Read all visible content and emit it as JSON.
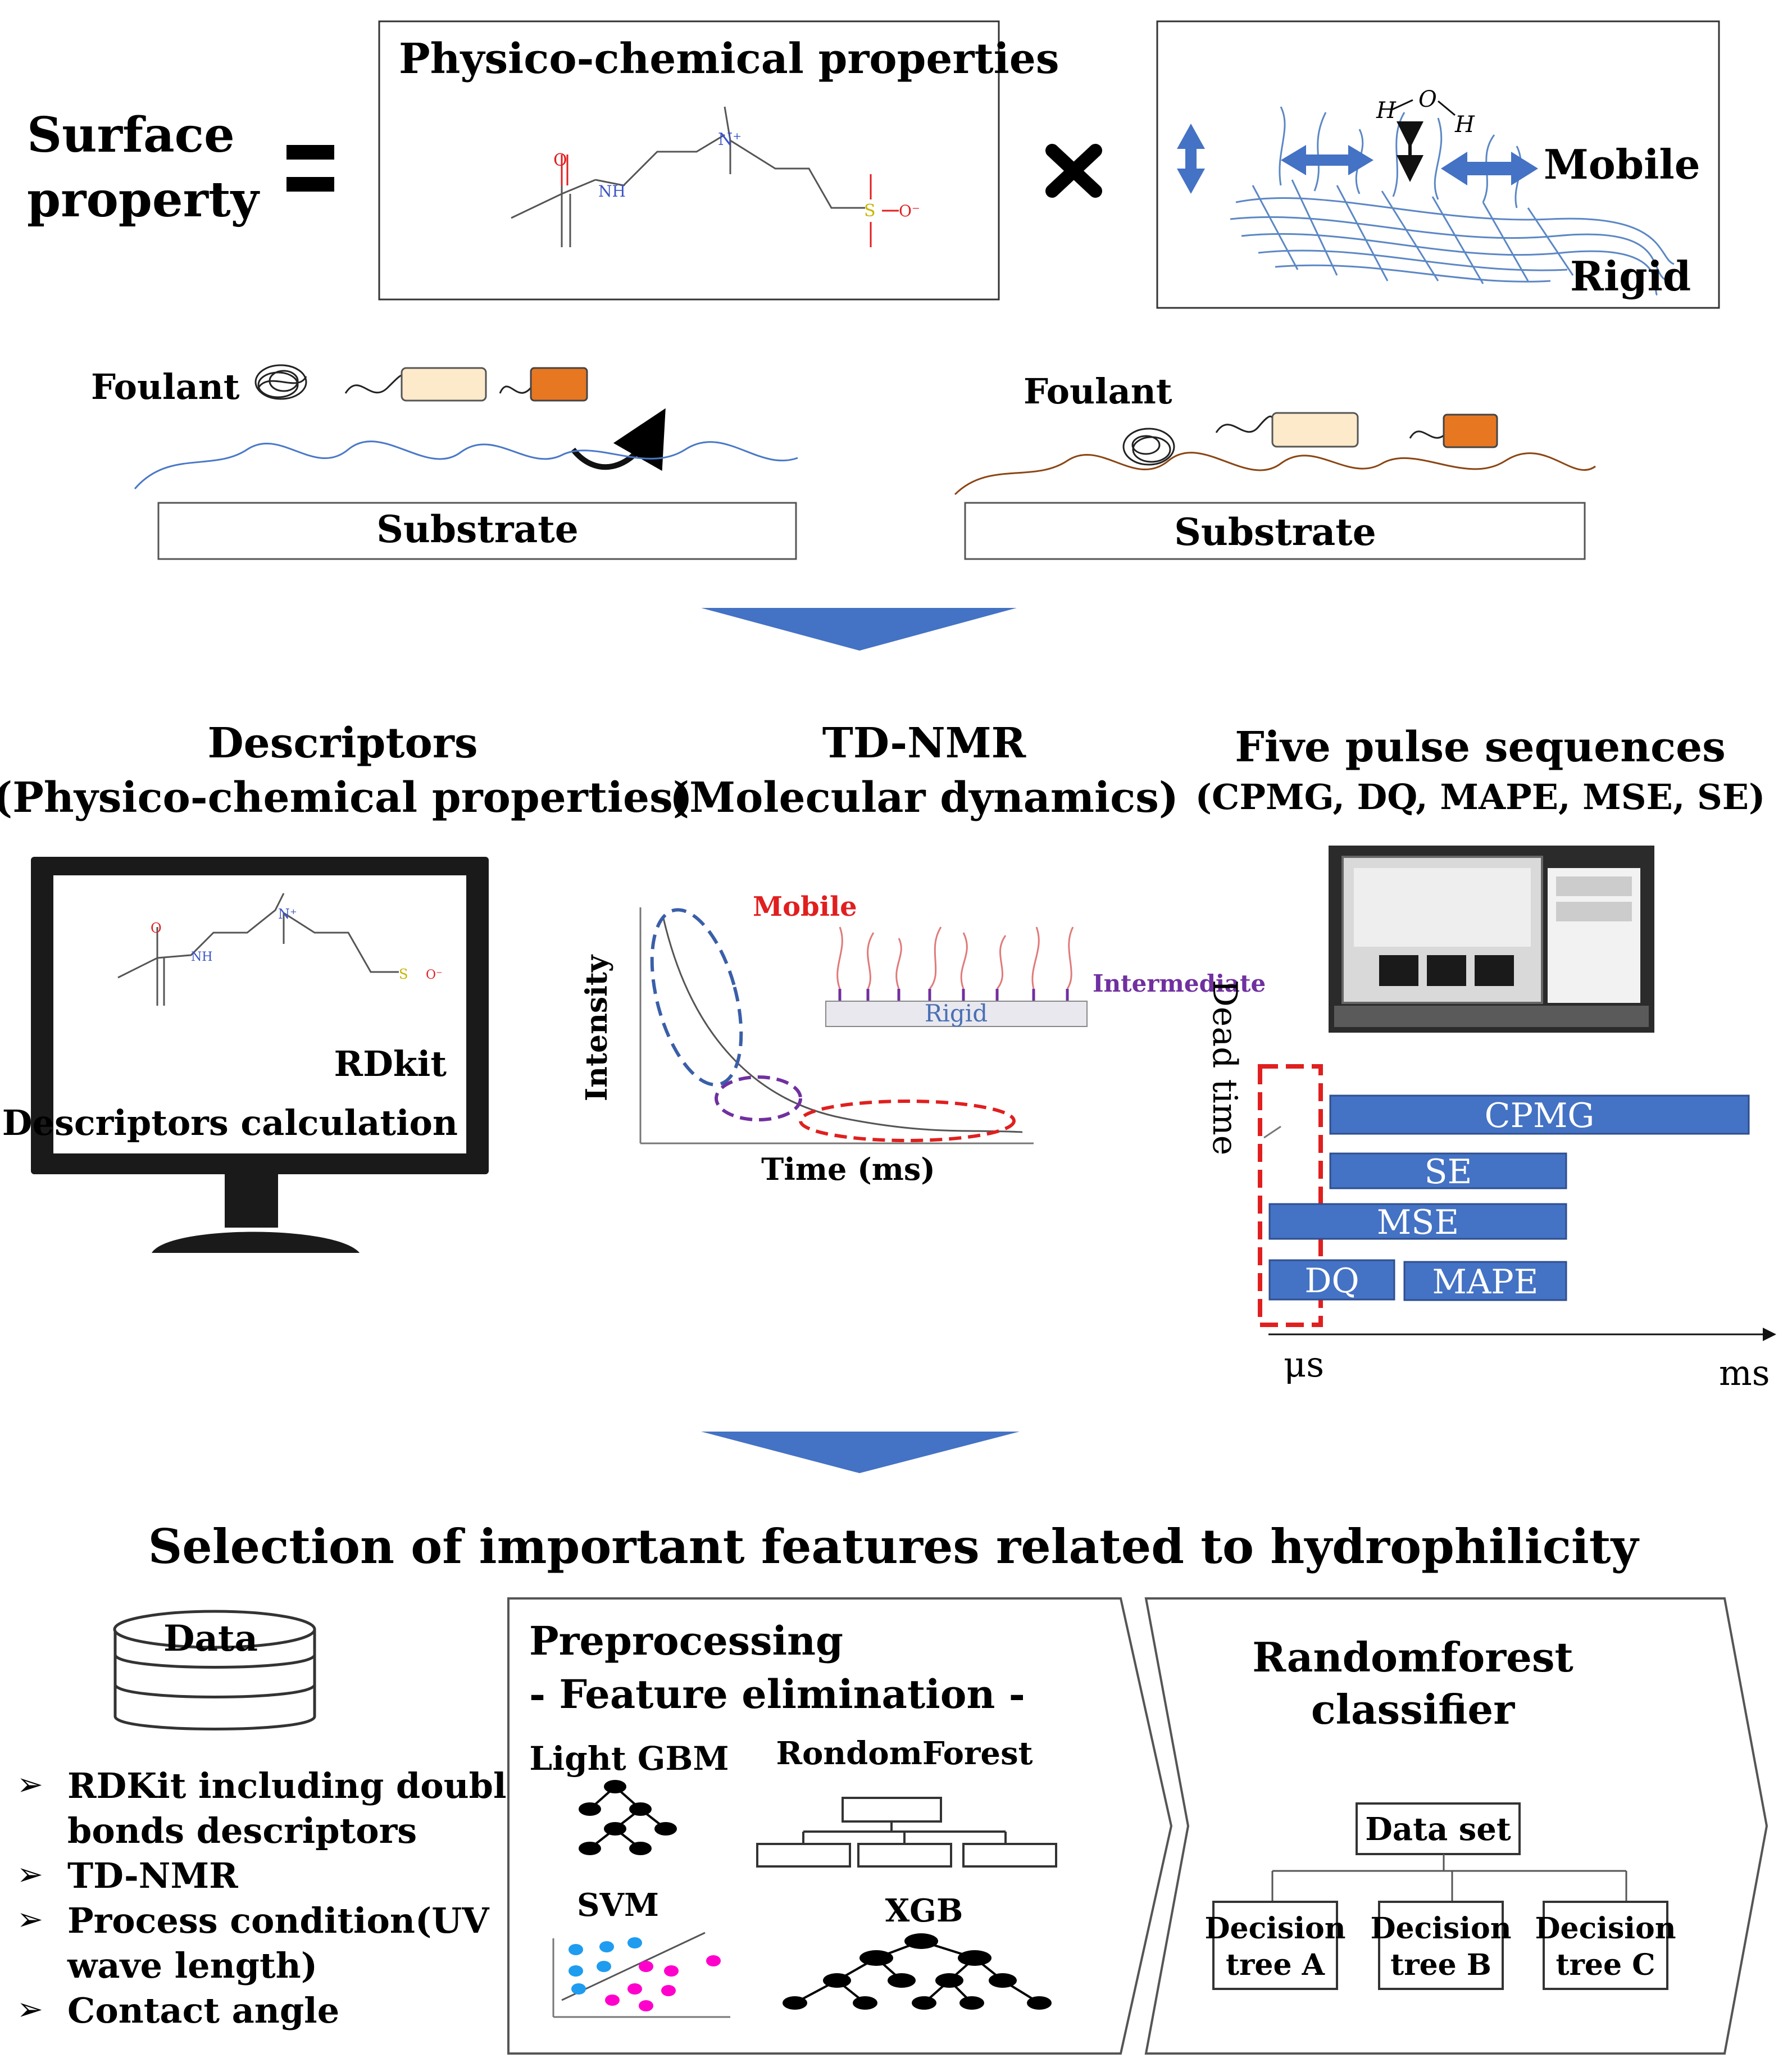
{
  "top": {
    "surface_line1": "Surface",
    "surface_line2": "property",
    "physico_title": "Physico-chemical properties",
    "mobile": "Mobile",
    "rigid": "Rigid",
    "water_h1": "H",
    "water_o": "O",
    "water_h2": "H",
    "mol_labels": {
      "o": "O",
      "nh": "NH",
      "n": "N⁺",
      "s": "S",
      "o_minus": "O⁻"
    }
  },
  "fouling": {
    "left_foulant": "Foulant",
    "left_substrate": "Substrate",
    "right_foulant": "Foulant",
    "right_substrate": "Substrate"
  },
  "middle": {
    "descriptors_title": "Descriptors",
    "descriptors_sub": "(Physico-chemical properties)",
    "tdnmr_title": "TD-NMR",
    "tdnmr_sub": "(Molecular dynamics)",
    "pulse_title": "Five pulse sequences",
    "pulse_sub": "(CPMG, DQ, MAPE, MSE, SE)",
    "monitor_rdkit": "RDkit",
    "monitor_calc": "Descriptors calculation",
    "nmr_mobile": "Mobile",
    "nmr_intermediate": "Intermediate",
    "nmr_rigid": "Rigid",
    "nmr_ylabel": "Intensity",
    "nmr_xlabel": "Time (ms)",
    "dead_time": "Dead time",
    "pulses": [
      "CPMG",
      "SE",
      "MSE",
      "DQ",
      "MAPE"
    ],
    "axis_start": "μs",
    "axis_end": "ms"
  },
  "bottom": {
    "selection_title": "Selection of important features related to hydrophilicity",
    "data_label": "Data",
    "bullets": [
      [
        "RDKit including double",
        "bonds descriptors"
      ],
      [
        "TD-NMR"
      ],
      [
        "Process condition(UV",
        "wave length)"
      ],
      [
        "Contact angle"
      ]
    ],
    "preprocessing_title": "Preprocessing",
    "feature_elim": "- Feature elimination -",
    "lightgbm": "Light GBM",
    "randomforest_label": "RondomForest",
    "svm": "SVM",
    "xgb": "XGB",
    "classifier_line1": "Randomforest",
    "classifier_line2": "classifier",
    "dataset": "Data set",
    "trees": [
      [
        "Decision",
        "tree A"
      ],
      [
        "Decision",
        "tree B"
      ],
      [
        "Decision",
        "tree C"
      ]
    ]
  },
  "colors": {
    "arrow_blue": "#4472c4",
    "bar_blue": "#4472c4",
    "line_blue": "#5b87c5",
    "brown": "#8b4513",
    "mobile_red": "#e01f1f",
    "intermediate_purple": "#7030a0",
    "rigid_blue": "#4a6fb5",
    "dashed_red": "#e01f1f",
    "orange": "#e87722",
    "cream": "#fdeacb",
    "magenta": "#ff00cc",
    "cyan": "#1e9cf0"
  }
}
